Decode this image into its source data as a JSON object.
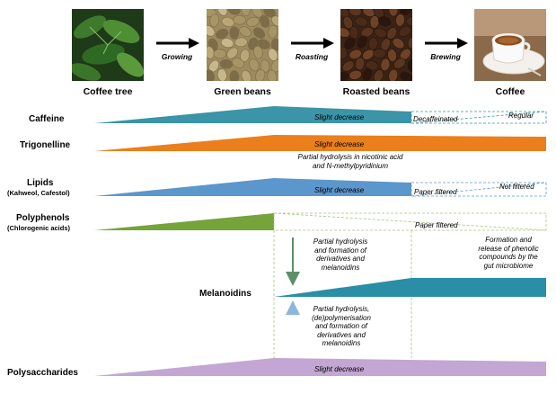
{
  "stages": [
    {
      "label": "Coffee tree",
      "icon": "coffee-tree-photo"
    },
    {
      "label": "Green beans",
      "icon": "green-beans-photo"
    },
    {
      "label": "Roasted beans",
      "icon": "roasted-beans-photo"
    },
    {
      "label": "Coffee",
      "icon": "coffee-cup-photo"
    }
  ],
  "processes": [
    "Growing",
    "Roasting",
    "Brewing"
  ],
  "rows": {
    "caffeine": {
      "label": "Caffeine",
      "note": "Slight decrease",
      "box_left": "Decaffeinated",
      "box_right": "Regular",
      "color": "#3b94a8"
    },
    "trigonelline": {
      "label": "Trigonelline",
      "note": "Slight decrease",
      "note_below_1": "Partial hydrolysis in nicotinic acid",
      "note_below_2": "and N-methylpyridinium",
      "color": "#ea7f1c"
    },
    "lipids": {
      "label": "Lipids",
      "sublabel": "(Kahweol, Cafestol)",
      "note": "Slight decrease",
      "box_left": "Paper filtered",
      "box_right": "Not filtered",
      "color": "#5b96cc"
    },
    "polyphenols": {
      "label": "Polyphenols",
      "sublabel": "(Chlorogenic acids)",
      "box": "Paper filtered",
      "color": "#76a33a"
    },
    "melanoidins": {
      "label": "Melanoidins",
      "down_note": [
        "Partial hydrolysis",
        "and formation of",
        "derivatives and",
        "melanoidins"
      ],
      "up_note": [
        "Partial hydrolysis,",
        "(de)polymerisation",
        "and formation of",
        "derivatives and",
        "melanoidins"
      ],
      "right_note": [
        "Formation and",
        "release of phenolic",
        "compounds by the",
        "gut microbiome"
      ],
      "color": "#2a8ea5"
    },
    "polysaccharides": {
      "label": "Polysaccharides",
      "note": "Slight decrease",
      "color": "#c3a6d3"
    }
  }
}
